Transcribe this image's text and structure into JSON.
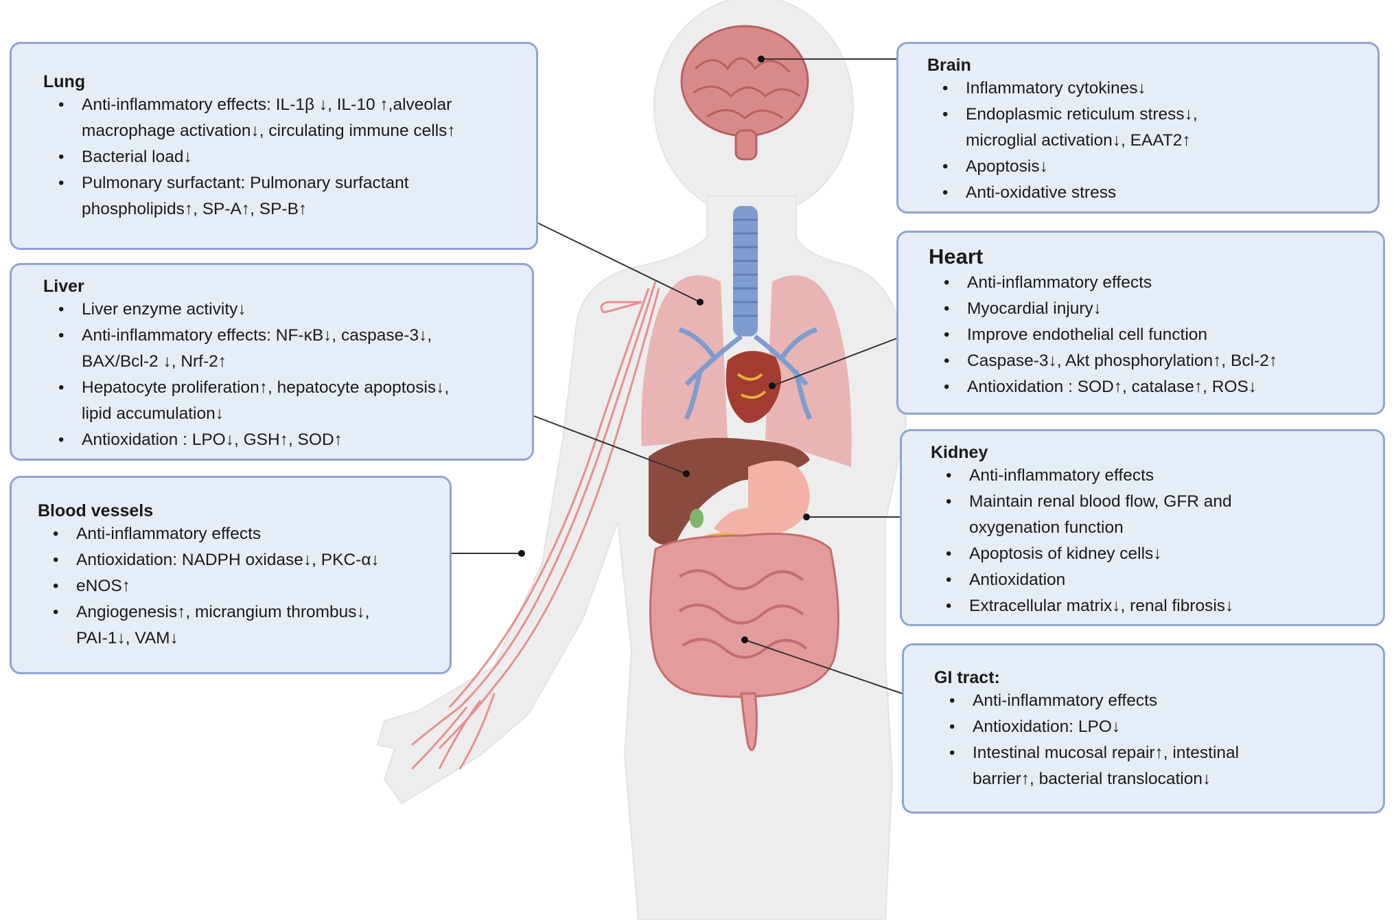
{
  "colors": {
    "box_fill": "#e6edf6",
    "box_border": "#8ea4d2",
    "body_silhouette": "#ededed",
    "leader_line": "#333333"
  },
  "panels": {
    "lung": {
      "title": "Lung",
      "items": [
        {
          "lines": [
            "Anti-inflammatory effects: IL-1β ↓, IL-10 ↑,alveolar",
            "macrophage activation↓,  circulating immune cells↑"
          ]
        },
        {
          "lines": [
            "Bacterial load↓"
          ]
        },
        {
          "lines": [
            "Pulmonary surfactant: Pulmonary surfactant",
            "phospholipids↑, SP-A↑, SP-B↑"
          ]
        }
      ]
    },
    "liver": {
      "title": "Liver",
      "items": [
        {
          "lines": [
            "Liver enzyme activity↓"
          ]
        },
        {
          "lines": [
            "Anti-inflammatory effects: NF-κB↓,  caspase-3↓,",
            "BAX/Bcl-2 ↓, Nrf-2↑"
          ]
        },
        {
          "lines": [
            "Hepatocyte proliferation↑, hepatocyte apoptosis↓,",
            "lipid accumulation↓"
          ]
        },
        {
          "lines": [
            "Antioxidation : LPO↓, GSH↑, SOD↑"
          ]
        }
      ]
    },
    "blood_vessels": {
      "title": "Blood vessels",
      "items": [
        {
          "lines": [
            "Anti-inflammatory effects"
          ]
        },
        {
          "lines": [
            "Antioxidation: NADPH oxidase↓, PKC-α↓"
          ]
        },
        {
          "lines": [
            " eNOS↑"
          ]
        },
        {
          "lines": [
            "Angiogenesis↑, micrangium thrombus↓,",
            "PAI-1↓, VAM↓"
          ]
        }
      ]
    },
    "brain": {
      "title": "Brain",
      "items": [
        {
          "lines": [
            "Inflammatory cytokines↓"
          ]
        },
        {
          "lines": [
            "Endoplasmic reticulum stress↓,",
            " microglial activation↓, EAAT2↑"
          ]
        },
        {
          "lines": [
            "Apoptosis↓"
          ]
        },
        {
          "lines": [
            "Anti-oxidative stress"
          ]
        }
      ]
    },
    "heart": {
      "title": "Heart",
      "items": [
        {
          "lines": [
            "Anti-inflammatory effects"
          ]
        },
        {
          "lines": [
            "Myocardial injury↓"
          ]
        },
        {
          "lines": [
            "Improve endothelial cell function"
          ]
        },
        {
          "lines": [
            "Caspase-3↓, Akt phosphorylation↑, Bcl-2↑"
          ]
        },
        {
          "lines": [
            "Antioxidation : SOD↑, catalase↑, ROS↓"
          ]
        }
      ]
    },
    "kidney": {
      "title": "Kidney",
      "items": [
        {
          "lines": [
            "Anti-inflammatory effects"
          ]
        },
        {
          "lines": [
            "Maintain renal blood flow, GFR and",
            "oxygenation function"
          ]
        },
        {
          "lines": [
            "Apoptosis of kidney cells↓"
          ]
        },
        {
          "lines": [
            "Antioxidation"
          ]
        },
        {
          "lines": [
            "Extracellular matrix↓, renal fibrosis↓"
          ]
        }
      ]
    },
    "gi_tract": {
      "title": "GI tract:",
      "items": [
        {
          "lines": [
            "Anti-inflammatory effects"
          ]
        },
        {
          "lines": [
            "Antioxidation: LPO↓"
          ]
        },
        {
          "lines": [
            "Intestinal mucosal repair↑,  intestinal",
            "barrier↑, bacterial translocation↓"
          ]
        }
      ]
    }
  }
}
